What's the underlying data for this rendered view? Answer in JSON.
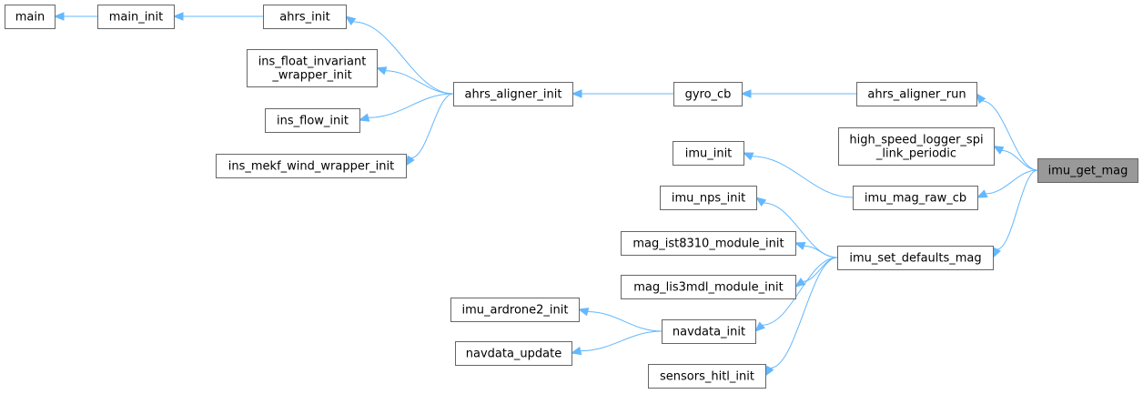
{
  "colors": {
    "edge": "#63b8ff",
    "node_border": "#666666",
    "node_fill": "#ffffff",
    "current_fill": "#999999"
  },
  "nodes": [
    {
      "id": "main",
      "lines": [
        "main"
      ]
    },
    {
      "id": "main_init",
      "lines": [
        "main_init"
      ]
    },
    {
      "id": "ahrs_init",
      "lines": [
        "ahrs_init"
      ]
    },
    {
      "id": "ins_float_invariant_wrapper_init",
      "lines": [
        "ins_float_invariant",
        "_wrapper_init"
      ]
    },
    {
      "id": "ins_flow_init",
      "lines": [
        "ins_flow_init"
      ]
    },
    {
      "id": "ins_mekf_wind_wrapper_init",
      "lines": [
        "ins_mekf_wind_wrapper_init"
      ]
    },
    {
      "id": "ahrs_aligner_init",
      "lines": [
        "ahrs_aligner_init"
      ]
    },
    {
      "id": "gyro_cb",
      "lines": [
        "gyro_cb"
      ]
    },
    {
      "id": "ahrs_aligner_run",
      "lines": [
        "ahrs_aligner_run"
      ]
    },
    {
      "id": "high_speed_logger_spi_link_periodic",
      "lines": [
        "high_speed_logger_spi",
        "_link_periodic"
      ]
    },
    {
      "id": "imu_get_mag",
      "lines": [
        "imu_get_mag"
      ],
      "current": true
    },
    {
      "id": "imu_init",
      "lines": [
        "imu_init"
      ]
    },
    {
      "id": "imu_mag_raw_cb",
      "lines": [
        "imu_mag_raw_cb"
      ]
    },
    {
      "id": "imu_nps_init",
      "lines": [
        "imu_nps_init"
      ]
    },
    {
      "id": "mag_ist8310_module_init",
      "lines": [
        "mag_ist8310_module_init"
      ]
    },
    {
      "id": "mag_lis3mdl_module_init",
      "lines": [
        "mag_lis3mdl_module_init"
      ]
    },
    {
      "id": "imu_set_defaults_mag",
      "lines": [
        "imu_set_defaults_mag"
      ]
    },
    {
      "id": "imu_ardrone2_init",
      "lines": [
        "imu_ardrone2_init"
      ]
    },
    {
      "id": "navdata_update",
      "lines": [
        "navdata_update"
      ]
    },
    {
      "id": "navdata_init",
      "lines": [
        "navdata_init"
      ]
    },
    {
      "id": "sensors_hitl_init",
      "lines": [
        "sensors_hitl_init"
      ]
    }
  ],
  "edges": [
    {
      "from": "main",
      "to": "main_init"
    },
    {
      "from": "main_init",
      "to": "ahrs_init"
    },
    {
      "from": "ahrs_init",
      "to": "ahrs_aligner_init"
    },
    {
      "from": "ins_float_invariant_wrapper_init",
      "to": "ahrs_aligner_init"
    },
    {
      "from": "ins_flow_init",
      "to": "ahrs_aligner_init"
    },
    {
      "from": "ins_mekf_wind_wrapper_init",
      "to": "ahrs_aligner_init"
    },
    {
      "from": "ahrs_aligner_init",
      "to": "gyro_cb"
    },
    {
      "from": "gyro_cb",
      "to": "ahrs_aligner_run"
    },
    {
      "from": "ahrs_aligner_run",
      "to": "imu_get_mag"
    },
    {
      "from": "high_speed_logger_spi_link_periodic",
      "to": "imu_get_mag"
    },
    {
      "from": "imu_mag_raw_cb",
      "to": "imu_get_mag"
    },
    {
      "from": "imu_set_defaults_mag",
      "to": "imu_get_mag"
    },
    {
      "from": "imu_init",
      "to": "imu_mag_raw_cb"
    },
    {
      "from": "imu_nps_init",
      "to": "imu_set_defaults_mag"
    },
    {
      "from": "mag_ist8310_module_init",
      "to": "imu_set_defaults_mag"
    },
    {
      "from": "mag_lis3mdl_module_init",
      "to": "imu_set_defaults_mag"
    },
    {
      "from": "navdata_init",
      "to": "imu_set_defaults_mag"
    },
    {
      "from": "sensors_hitl_init",
      "to": "imu_set_defaults_mag"
    },
    {
      "from": "imu_ardrone2_init",
      "to": "navdata_init"
    },
    {
      "from": "navdata_update",
      "to": "navdata_init"
    }
  ]
}
